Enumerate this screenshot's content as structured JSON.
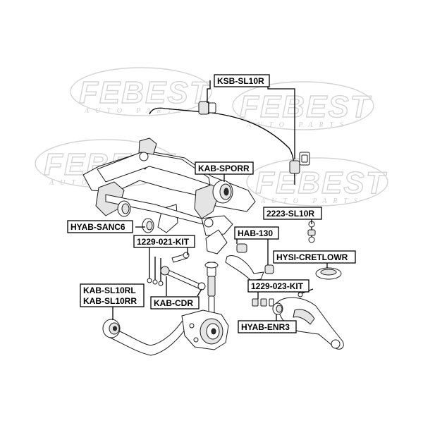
{
  "watermark": {
    "brand": "FEBEST",
    "tagline": "AUTO PARTS"
  },
  "labels": {
    "ksb_sl10r": "KSB-SL10R",
    "kab_sporr": "KAB-SPORR",
    "sl10r_2223": "2223-SL10R",
    "hyab_sanc6": "HYAB-SANC6",
    "hab_130": "HAB-130",
    "kit_1229_021": "1229-021-KIT",
    "hysi_cretlowr": "HYSI-CRETLOWR",
    "kit_1229_023": "1229-023-KIT",
    "kab_sl10rl": "KAB-SL10RL",
    "kab_sl10rr": "KAB-SL10RR",
    "kab_cdr": "KAB-CDR",
    "hyab_enr3": "HYAB-ENR3"
  }
}
